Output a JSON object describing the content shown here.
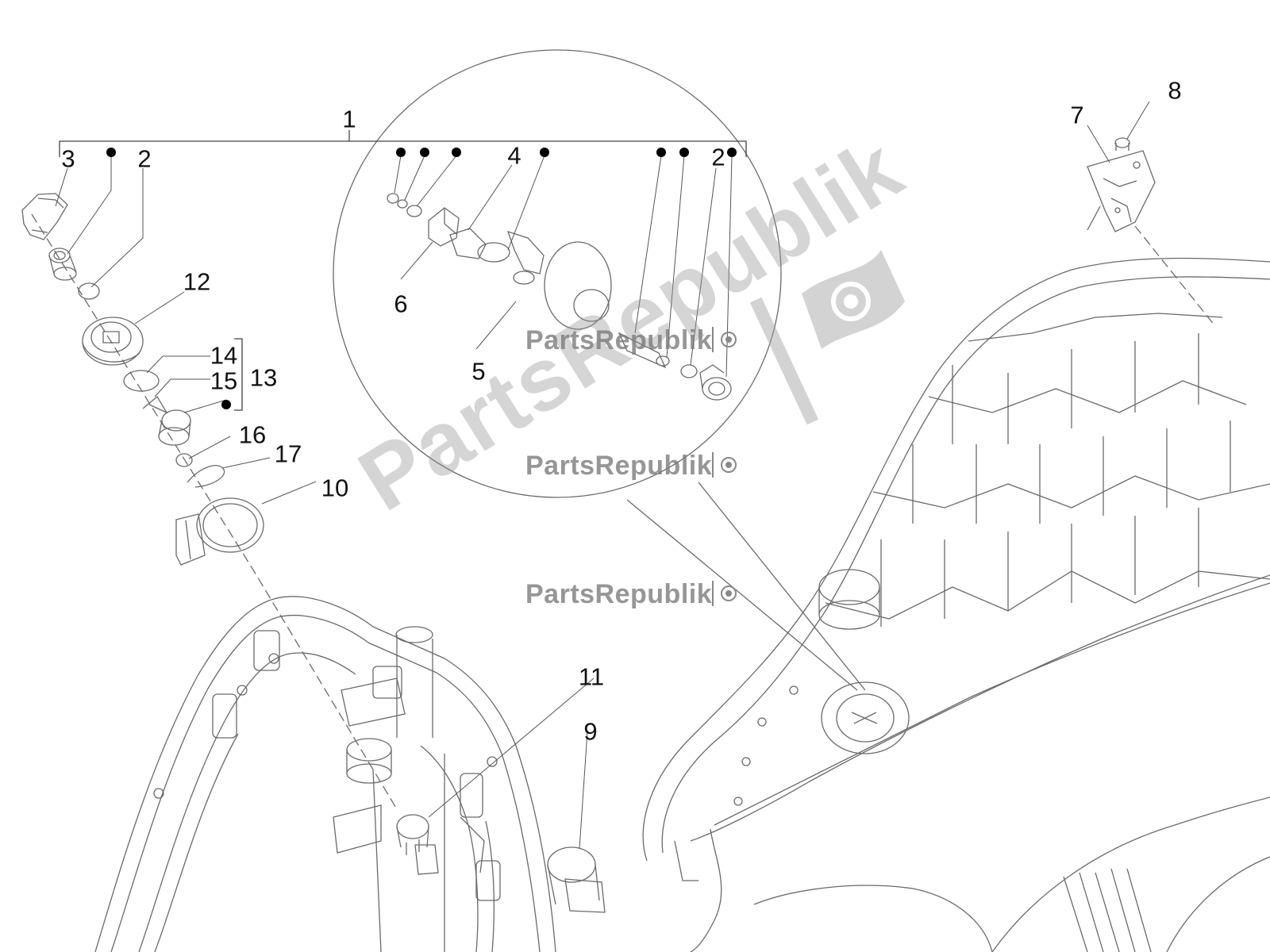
{
  "callouts": {
    "c1": "1",
    "c2a": "2",
    "c2b": "2",
    "c3": "3",
    "c4": "4",
    "c5": "5",
    "c6": "6",
    "c7": "7",
    "c8": "8",
    "c9": "9",
    "c10": "10",
    "c11": "11",
    "c12": "12",
    "c13": "13",
    "c14": "14",
    "c15": "15",
    "c16": "16",
    "c17": "17"
  },
  "watermark": {
    "big": "PartsRepublik",
    "small": "PartsRepublik",
    "logo_icon": "gear-flag-icon"
  },
  "colors": {
    "line": "#555555",
    "watermark": "#9a9a9a",
    "dot": "#000000"
  }
}
